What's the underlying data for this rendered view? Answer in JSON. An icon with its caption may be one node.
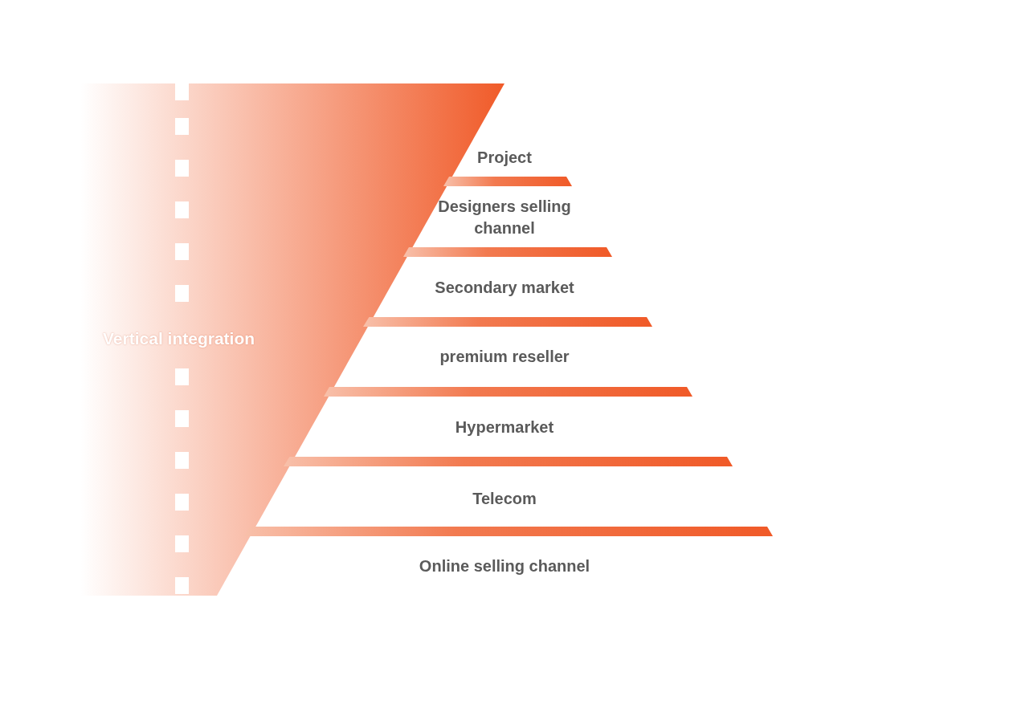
{
  "diagram": {
    "nodes": [
      {
        "text": [
          "Vertical integration"
        ]
      },
      {
        "text": [
          "Project"
        ]
      },
      {
        "text": [
          "Designers selling channel"
        ]
      },
      {
        "text": [
          "Secondary market"
        ]
      },
      {
        "text": [
          "premium reseller"
        ]
      },
      {
        "text": [
          "Hypermarket"
        ]
      },
      {
        "text": [
          "Telecom"
        ]
      },
      {
        "text": [
          "Online selling channel"
        ]
      }
    ],
    "edges": []
  }
}
